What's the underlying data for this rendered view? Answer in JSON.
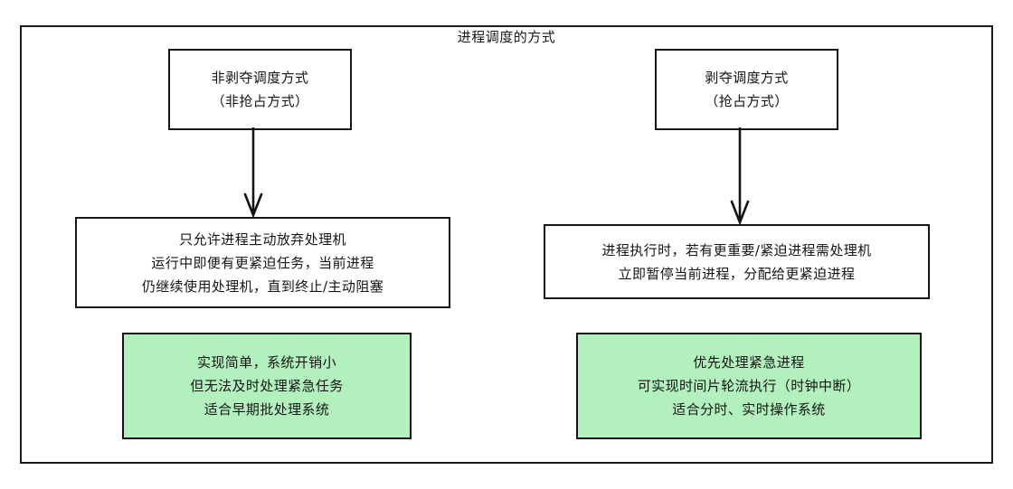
{
  "diagram": {
    "title": "进程调度的方式",
    "colors": {
      "frame_border": "#1c1c1c",
      "node_border": "#161616",
      "node_background": "#ffffff",
      "highlight_background": "#b2f0bd",
      "text": "#151515"
    },
    "nodes": {
      "nonpreemptive_title": {
        "lines": [
          "非剥夺调度方式",
          "（非抢占方式）"
        ]
      },
      "preemptive_title": {
        "lines": [
          "剥夺调度方式",
          "（抢占方式）"
        ]
      },
      "nonpreemptive_desc": {
        "lines": [
          "只允许进程主动放弃处理机",
          "运行中即便有更紧迫任务，当前进程",
          "仍继续使用处理机，直到终止/主动阻塞"
        ]
      },
      "preemptive_desc": {
        "lines": [
          "进程执行时，若有更重要/紧迫进程需处理机",
          "立即暂停当前进程，分配给更紧迫进程"
        ]
      },
      "nonpreemptive_eval": {
        "lines": [
          "实现简单，系统开销小",
          "但无法及时处理紧急任务",
          "适合早期批处理系统"
        ]
      },
      "preemptive_eval": {
        "lines": [
          "优先处理紧急进程",
          "可实现时间片轮流执行（时钟中断）",
          "适合分时、实时操作系统"
        ]
      }
    },
    "connectors": [
      {
        "name": "nonpreemptive-flow-arrow",
        "icon": "down-arrow-icon"
      },
      {
        "name": "preemptive-flow-arrow",
        "icon": "down-arrow-icon"
      }
    ]
  }
}
